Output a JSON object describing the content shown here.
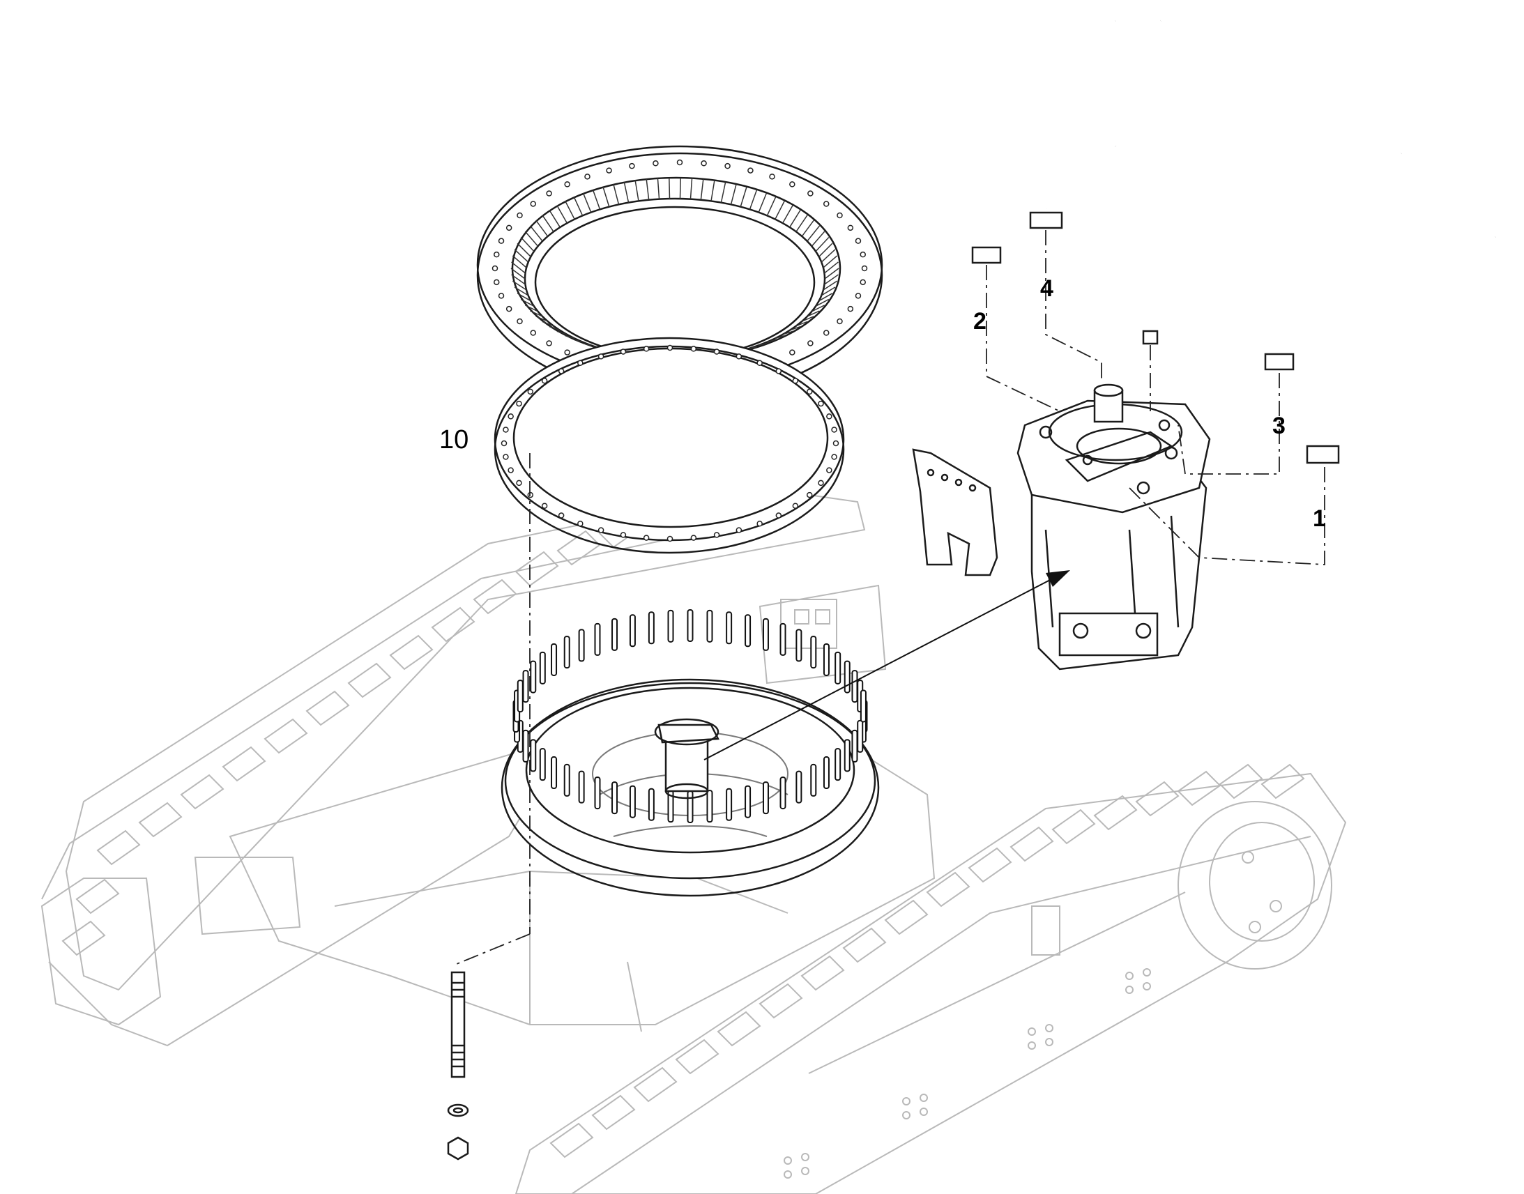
{
  "callouts": {
    "c1": "1",
    "c2": "2",
    "c3": "3",
    "c4": "4",
    "c10": "10"
  }
}
